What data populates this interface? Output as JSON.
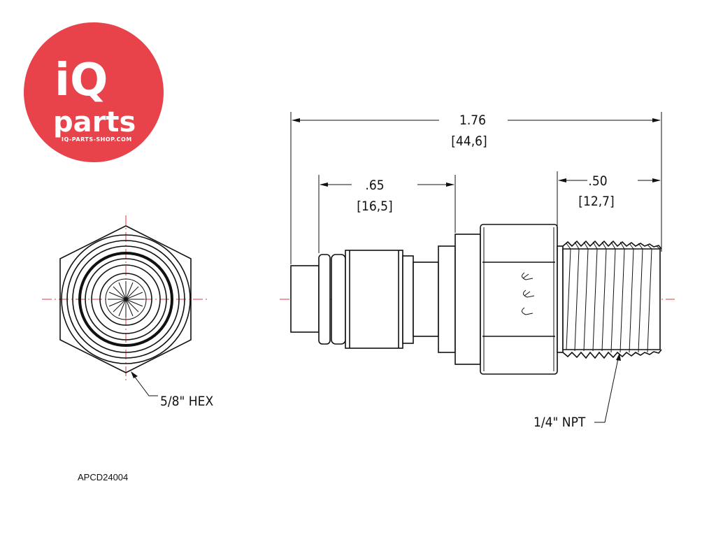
{
  "brand": {
    "logo_main": "iQ",
    "logo_sub": "parts",
    "logo_url": "IQ-PARTS-SHOP.COM",
    "logo_color": "#e8424a"
  },
  "drawing": {
    "overall_length_in": "1.76",
    "overall_length_mm": "[44,6]",
    "shank_length_in": ".65",
    "shank_length_mm": "[16,5]",
    "thread_length_in": ".50",
    "thread_length_mm": "[12,7]",
    "hex_callout": "5/8\" HEX",
    "thread_callout": "1/4\" NPT",
    "centerline_color": "#e0393e"
  },
  "part_number": "APCD24004"
}
